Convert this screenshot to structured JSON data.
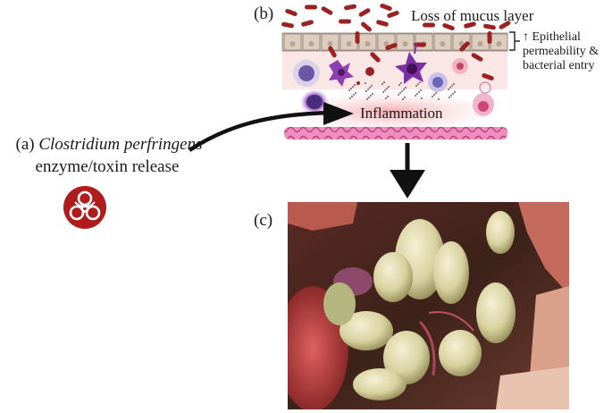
{
  "panel_a": {
    "letter": "(a)",
    "organism": "Clostridium perfringens",
    "line2": "enzyme/toxin release",
    "icon": "biohazard-icon"
  },
  "panel_b": {
    "letter": "(b)",
    "mucus_label": "Loss of mucus layer",
    "permeability_line1": "↑ Epithelial",
    "permeability_line2": "permeability &",
    "permeability_line3": "bacterial entry",
    "inflammation_label": "Inflammation"
  },
  "panel_c": {
    "letter": "(c)",
    "image": "necrotic-intestine-photo"
  },
  "colors": {
    "bacteria": "#9b2222",
    "epithelium": "#d8c4b8",
    "inflammation": "#f6c0c3",
    "muscle": "#d85a9a",
    "biohazard": "#b01c1c",
    "arrow": "#111111"
  }
}
